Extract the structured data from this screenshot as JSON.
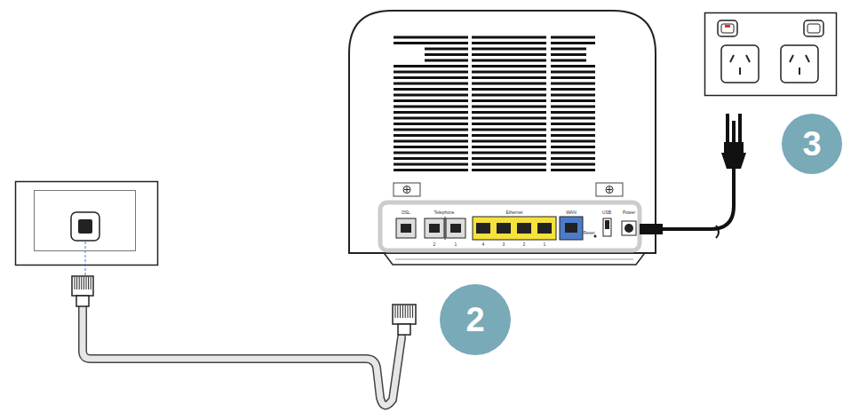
{
  "diagram": {
    "nodes": [
      {
        "text": [
          "2"
        ]
      },
      {
        "text": [
          "3"
        ]
      }
    ],
    "labels": [
      "DSL",
      "Telephone",
      "2",
      "1",
      "Ethernet",
      "4",
      "3",
      "2",
      "1",
      "WAN",
      "Reset",
      "USB",
      "Power"
    ]
  }
}
